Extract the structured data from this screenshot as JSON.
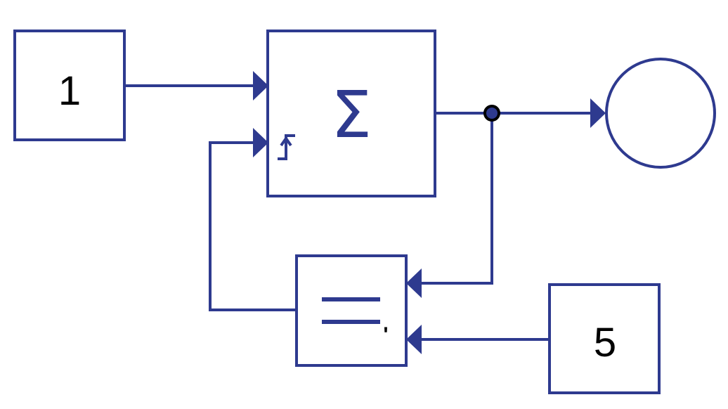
{
  "diagram": {
    "type": "block-diagram",
    "colors": {
      "line": "#2e3a8f",
      "text": "#000000",
      "background": "#ffffff"
    },
    "blocks": [
      {
        "id": "const1",
        "kind": "constant",
        "label": "1"
      },
      {
        "id": "sum",
        "kind": "discrete-integrator-sum",
        "label": "Σ",
        "port_icon": "rising-edge-trigger"
      },
      {
        "id": "scope",
        "kind": "output-circle",
        "label": ""
      },
      {
        "id": "compare",
        "kind": "relational-operator",
        "label": "==",
        "mark": "'"
      },
      {
        "id": "const5",
        "kind": "constant",
        "label": "5"
      }
    ],
    "connections": [
      {
        "from": "const1",
        "to": "sum",
        "port": 1
      },
      {
        "from": "sum",
        "to": "scope",
        "port": 1
      },
      {
        "from": "sum",
        "to": "compare",
        "port": 1,
        "via": "branch-point"
      },
      {
        "from": "const5",
        "to": "compare",
        "port": 2
      },
      {
        "from": "compare",
        "to": "sum",
        "port": 2,
        "note": "reset trigger"
      }
    ]
  }
}
